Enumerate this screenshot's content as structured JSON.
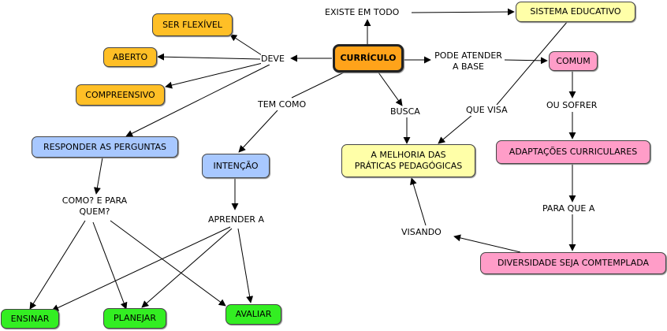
{
  "colors": {
    "orange": "#ffa31a",
    "yellow": "#ffffa8",
    "pink": "#ff9dc8",
    "blue": "#a8c8ff",
    "green": "#33ee22",
    "gold": "#ffbf26"
  },
  "nodes": {
    "curriculo": "CURRÍCULO",
    "ser_flexivel": "SER FLEXÍVEL",
    "aberto": "ABERTO",
    "compreensivo": "COMPREENSIVO",
    "sistema_educativo": "SISTEMA EDUCATIVO",
    "comum": "COMUM",
    "responder": "RESPONDER AS PERGUNTAS",
    "intencao": "INTENÇÃO",
    "melhoria": "A MELHORIA DAS PRÁTICAS PEDAGÓGICAS",
    "adaptacoes": "ADAPTAÇÕES CURRICULARES",
    "diversidade": "DIVERSIDADE SEJA COMTEMPLADA",
    "ensinar": "ENSINAR",
    "planejar": "PLANEJAR",
    "avaliar": "AVALIAR"
  },
  "labels": {
    "existe_em_todo": "EXISTE EM TODO",
    "deve": "DEVE",
    "pode_atender": "PODE ATENDER A BASE",
    "tem_como": "TEM COMO",
    "busca": "BUSCA",
    "que_visa": "QUE VISA",
    "ou_sofrer": "OU SOFRER",
    "como_para_quem": "COMO? E PARA QUEM?",
    "aprender_a": "APRENDER A",
    "para_que_a": "PARA QUE A",
    "visando": "VISANDO"
  }
}
